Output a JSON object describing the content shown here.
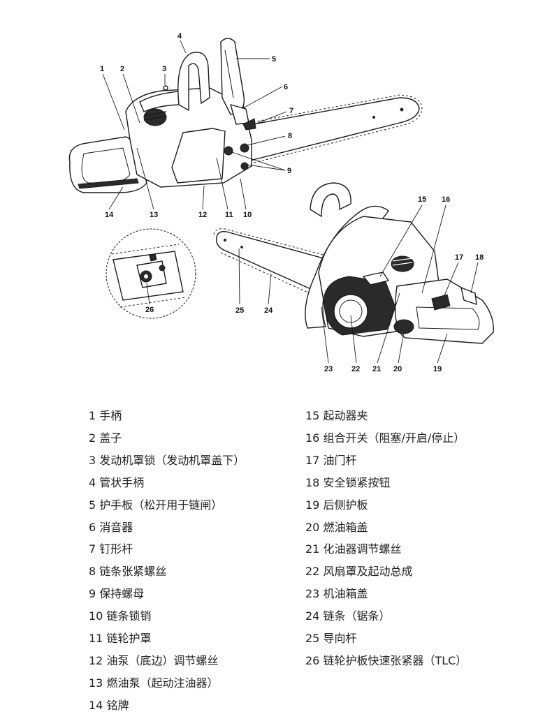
{
  "callouts": {
    "c1": "1",
    "c2": "2",
    "c3": "3",
    "c4": "4",
    "c5": "5",
    "c6": "6",
    "c7": "7",
    "c8": "8",
    "c9": "9",
    "c10": "10",
    "c11": "11",
    "c12": "12",
    "c13": "13",
    "c14": "14",
    "c15": "15",
    "c16": "16",
    "c17": "17",
    "c18": "18",
    "c19": "19",
    "c20": "20",
    "c21": "21",
    "c22": "22",
    "c23": "23",
    "c24": "24",
    "c25": "25",
    "c26": "26"
  },
  "legend_left": [
    "1 手柄",
    "2 盖子",
    "3 发动机罩锁（发动机罩盖下）",
    "4 管状手柄",
    "5 护手板（松开用于链闸）",
    "6 消音器",
    "7 钉形杆",
    "8 链条张紧螺丝",
    "9 保持螺母",
    "10 链条锁销",
    "11 链轮护罩",
    "12 油泵（底边）调节螺丝",
    "13 燃油泵（起动注油器）",
    "14 铭牌"
  ],
  "legend_right": [
    "15 起动器夹",
    "16 组合开关（阻塞/开启/停止）",
    "17 油门杆",
    "18 安全锁紧按钮",
    "19 后侧护板",
    "20 燃油箱盖",
    "21 化油器调节螺丝",
    "22 风扇罩及起动总成",
    "23 机油箱盖",
    "24 链条（锯条）",
    "25 导向杆",
    "26 链轮护板快速张紧器（TLC）"
  ]
}
